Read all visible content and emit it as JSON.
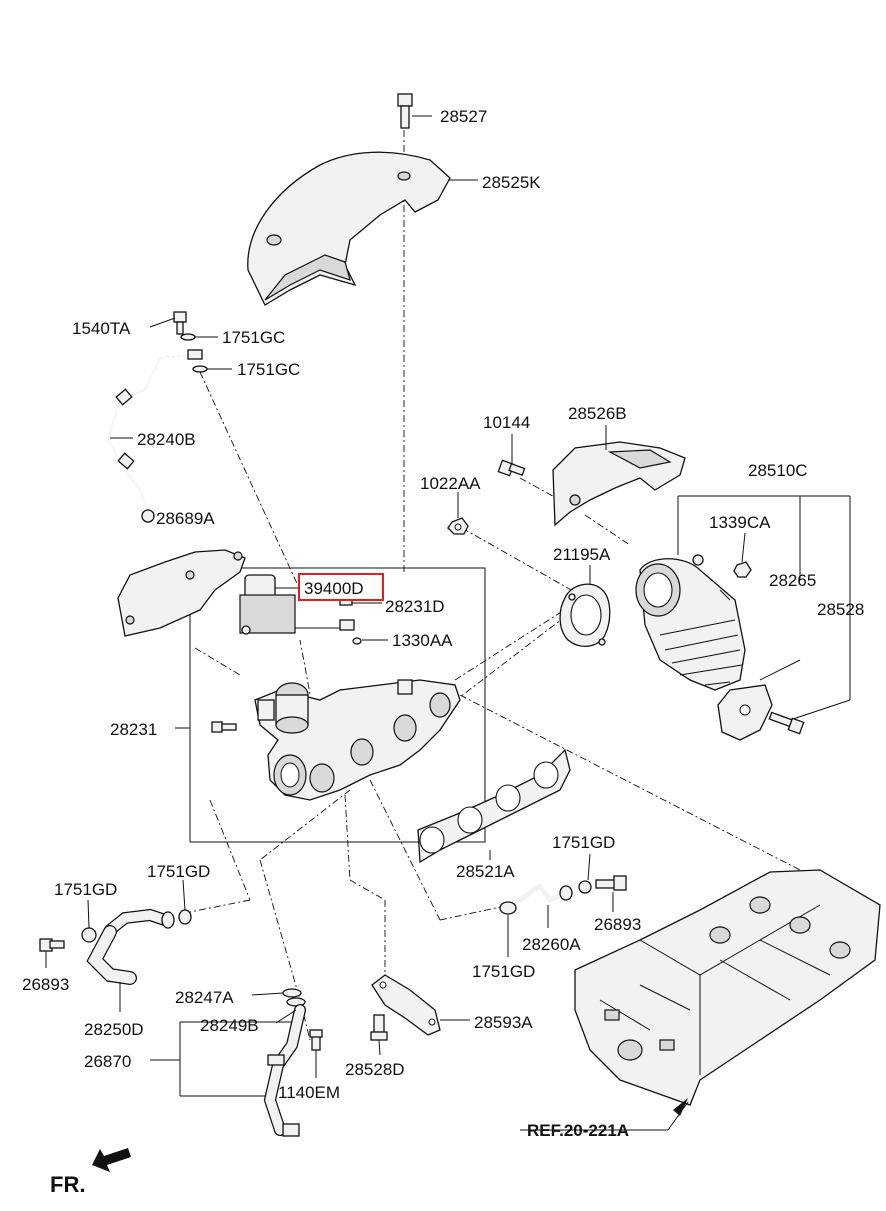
{
  "diagram": {
    "highlight_color": "#e02020",
    "labels": {
      "p28527": "28527",
      "p28525K": "28525K",
      "p1540TA": "1540TA",
      "p1751GC_a": "1751GC",
      "p1751GC_b": "1751GC",
      "p28240B": "28240B",
      "p28689A": "28689A",
      "p10144": "10144",
      "p28526B": "28526B",
      "p28510C": "28510C",
      "p1022AA": "1022AA",
      "p1339CA": "1339CA",
      "p21195A": "21195A",
      "p28265": "28265",
      "p28528": "28528",
      "p39400D": "39400D",
      "p28231D": "28231D",
      "p1330AA": "1330AA",
      "p28231": "28231",
      "p28521A": "28521A",
      "p1751GD_a": "1751GD",
      "p1751GD_b": "1751GD",
      "p1751GD_c": "1751GD",
      "p1751GD_d": "1751GD",
      "p26893_a": "26893",
      "p26893_b": "26893",
      "p28260A": "28260A",
      "p28250D": "28250D",
      "p28247A": "28247A",
      "p28249B": "28249B",
      "p26870": "26870",
      "p28593A": "28593A",
      "p28528D": "28528D",
      "p1140EM": "1140EM",
      "ref": "REF.20-221A",
      "fr": "FR."
    }
  }
}
